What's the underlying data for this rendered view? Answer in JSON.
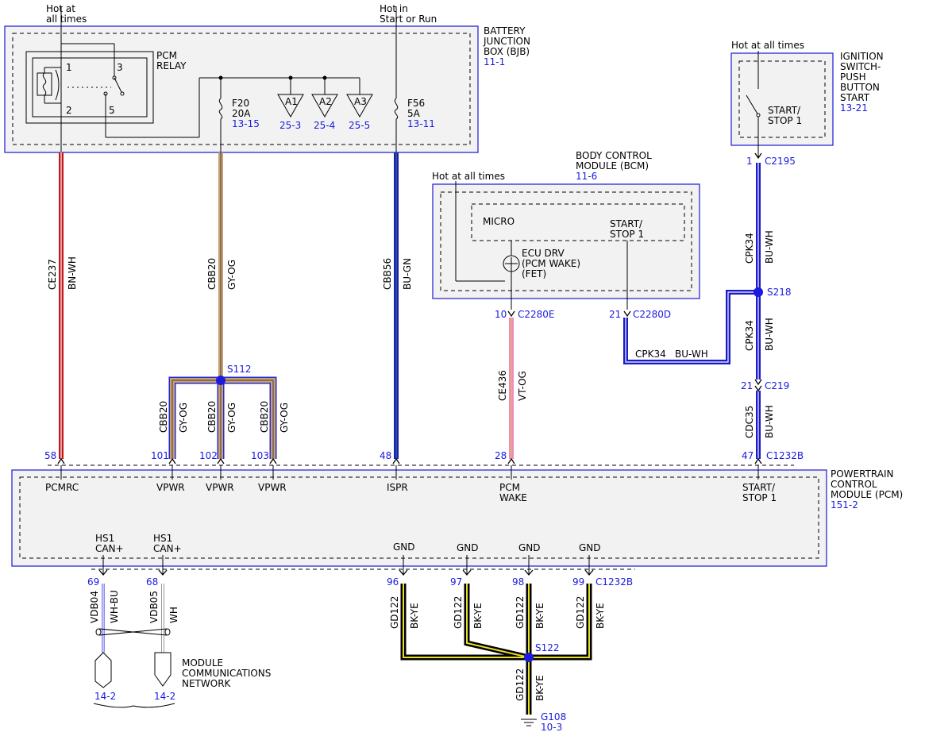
{
  "power_labels": {
    "hot_all_times_1": "Hot at",
    "hot_all_times_2": "all times",
    "hot_start_run_1": "Hot in",
    "hot_start_run_2": "Start or Run",
    "hot_bcm": "Hot at all times",
    "hot_ign": "Hot at all times"
  },
  "bjb": {
    "name_lines": [
      "BATTERY",
      "JUNCTION",
      "BOX (BJB)"
    ],
    "ref": "11-1",
    "relay_lines": [
      "PCM",
      "RELAY"
    ],
    "relay_pins": [
      "1",
      "2",
      "3",
      "5"
    ],
    "fuse_f20": [
      "F20",
      "20A"
    ],
    "fuse_f20_ref": "13-15",
    "fuse_f56": [
      "F56",
      "5A"
    ],
    "fuse_f56_ref": "13-11",
    "a1": "A1",
    "a2": "A2",
    "a3": "A3",
    "a1_ref": "25-3",
    "a2_ref": "25-4",
    "a3_ref": "25-5"
  },
  "bcm": {
    "name_lines": [
      "BODY CONTROL",
      "MODULE (BCM)"
    ],
    "ref": "11-6",
    "micro": "MICRO",
    "start_stop": [
      "START/",
      "STOP 1"
    ],
    "ecu_drv": [
      "ECU DRV",
      "(PCM WAKE)",
      "(FET)"
    ],
    "pin10": "10",
    "c2280e": "C2280E",
    "pin21": "21",
    "c2280d": "C2280D"
  },
  "ign": {
    "name_lines": [
      "IGNITION",
      "SWITCH-",
      "PUSH",
      "BUTTON",
      "START"
    ],
    "ref": "13-21",
    "start_stop": [
      "START/",
      "STOP 1"
    ],
    "pin1": "1",
    "c2195": "C2195"
  },
  "splices": {
    "s112": "S112",
    "s218": "S218",
    "s122": "S122"
  },
  "wires": {
    "ce237": "CE237",
    "bn_wh": "BN-WH",
    "cbb20": "CBB20",
    "gy_og": "GY-OG",
    "cbb56": "CBB56",
    "bu_gn": "BU-GN",
    "ce436": "CE436",
    "vt_og": "VT-OG",
    "cpk34": "CPK34",
    "bu_wh": "BU-WH",
    "cdc35": "CDC35",
    "vdb04": "VDB04",
    "wh_bu": "WH-BU",
    "vdb05": "VDB05",
    "wh": "WH",
    "gd122": "GD122",
    "bk_ye": "BK-YE"
  },
  "c219": {
    "pin": "21",
    "name": "C219"
  },
  "pcm": {
    "name_lines": [
      "POWERTRAIN",
      "CONTROL",
      "MODULE (PCM)"
    ],
    "ref": "151-2",
    "connector": "C1232B",
    "top_pins": [
      "58",
      "101",
      "102",
      "103",
      "48",
      "28",
      "47"
    ],
    "pcmrc": "PCMRC",
    "vpwr": "VPWR",
    "ispr": "ISPR",
    "pcm_wake": [
      "PCM",
      "WAKE"
    ],
    "start_stop": [
      "START/",
      "STOP 1"
    ],
    "can1": [
      "HS1",
      "CAN+"
    ],
    "can2": [
      "HS1",
      "CAN+"
    ],
    "gnd": "GND",
    "bottom_pins": [
      "69",
      "68",
      "96",
      "97",
      "98",
      "99"
    ]
  },
  "network": {
    "label_lines": [
      "MODULE",
      "COMMUNICATIONS",
      "NETWORK"
    ],
    "ref1": "14-2",
    "ref2": "14-2"
  },
  "ground": {
    "name": "G108",
    "ref": "10-3"
  }
}
